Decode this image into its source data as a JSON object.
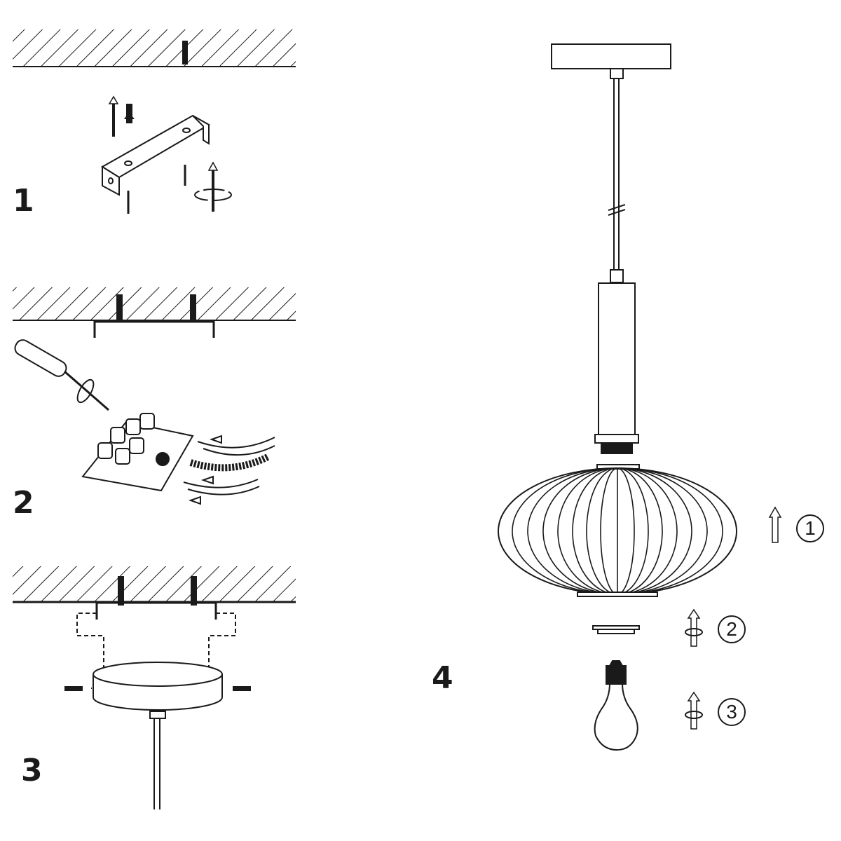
{
  "diagram": {
    "type": "assembly-instructions",
    "subject": "pendant lamp installation",
    "colors": {
      "line": "#1a1a1a",
      "background": "#ffffff"
    },
    "steps": [
      {
        "number": "1",
        "description": "Drill ceiling, insert wall plugs, fix mounting bracket with screws"
      },
      {
        "number": "2",
        "description": "Bracket mounted to ceiling; connect wires to terminal block with screwdriver"
      },
      {
        "number": "3",
        "description": "Attach canopy to bracket with side screws; cable hangs below"
      },
      {
        "number": "4",
        "description": "Fit glass shade, screw on ring, screw in bulb"
      }
    ],
    "callouts": [
      "1",
      "2",
      "3"
    ]
  }
}
